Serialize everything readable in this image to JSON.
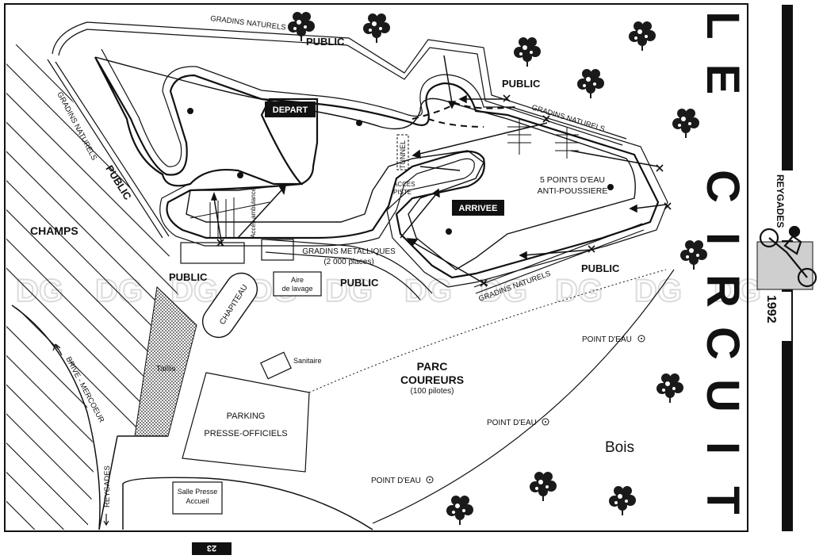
{
  "title_letters": [
    "L",
    "E",
    "C",
    "I",
    "R",
    "C",
    "U",
    "I",
    "T"
  ],
  "side_banner": {
    "name": "REYGADES",
    "year": "1992"
  },
  "watermark": "DG",
  "page_number": "23",
  "labels": {
    "public": "PUBLIC",
    "gradins_naturels": "GRADINS NATURELS",
    "depart": "DEPART",
    "arrivee": "ARRIVEE",
    "tunnel": "TUNNEL",
    "acces_piste_line1": "ACCES",
    "acces_piste_line2": "PISTE",
    "acces_ambulance": "Accès ambulance",
    "points_eau_line1": "5 POINTS D'EAU",
    "points_eau_line2": "ANTI-POUSSIERE",
    "champs": "CHAMPS",
    "gradins_metalliques_line1": "GRADINS METALLIQUES",
    "gradins_metalliques_line2": "(2 000 places)",
    "chapiteau": "CHAPITEAU",
    "aire_lavage_line1": "Aire",
    "aire_lavage_line2": "de lavage",
    "taillis": "Taillis",
    "sanitaire": "Sanitaire",
    "parc_line1": "PARC",
    "parc_line2": "COUREURS",
    "parc_line3": "(100 pilotes)",
    "point_eau": "POINT D'EAU",
    "parking_line1": "PARKING",
    "parking_line2": "PRESSE-OFFICIELS",
    "salle_presse_line1": "Salle Presse",
    "salle_presse_line2": "Accueil",
    "bois": "Bois",
    "road_brive": "BRIVE - MERCOEUR",
    "road_reygades": "REYGADES"
  }
}
